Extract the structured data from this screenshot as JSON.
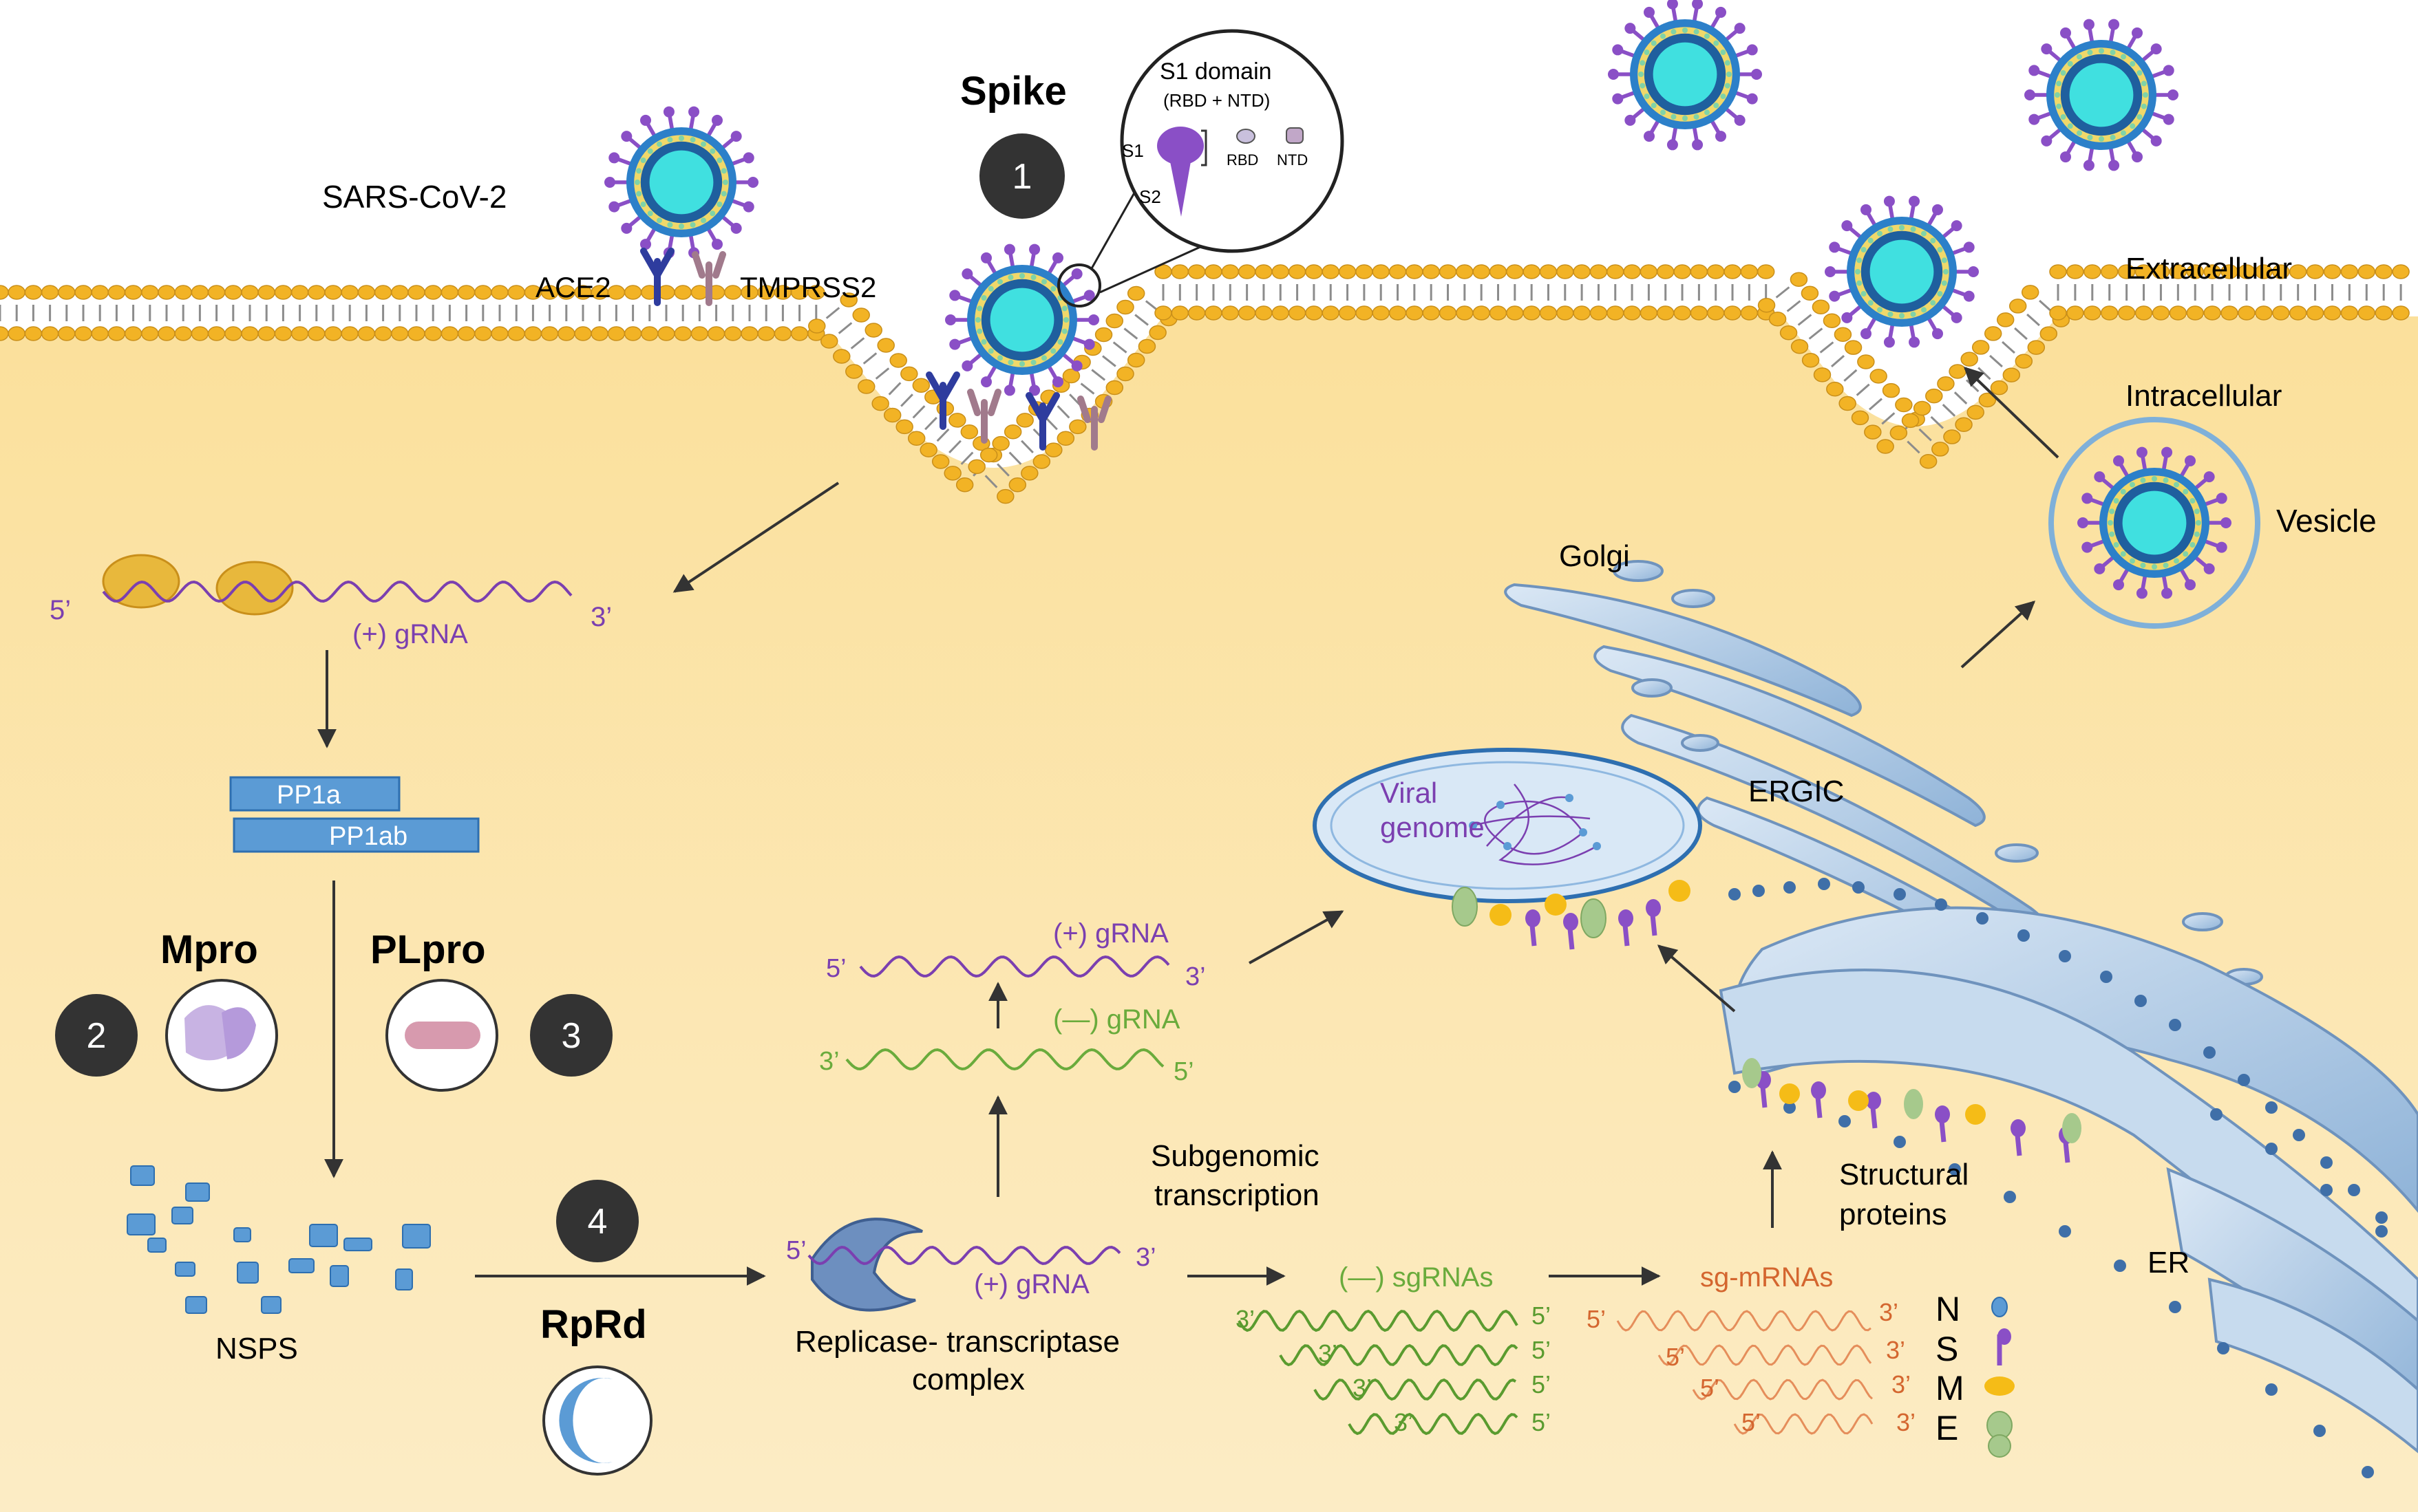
{
  "colors": {
    "cytoplasm": "#fbe3a6",
    "membrane_head": "#f2b325",
    "membrane_tail": "#8c8c8c",
    "purple_rna": "#7b3fb0",
    "green_rna": "#6aab3c",
    "orange_rna": "#e58e5b",
    "protein_blue": "#5b9bd5",
    "virus_core": "#40e0e0",
    "virus_envelope": "#2c80c9",
    "spike_purple": "#8a4fc6",
    "ace2_blue": "#2e3c9e",
    "tmprss2_mauve": "#a17a8c",
    "badge": "#333333"
  },
  "labels": {
    "virus": "SARS-CoV-2",
    "ace2": "ACE2",
    "tmprss2": "TMPRSS2",
    "spike": "Spike",
    "s1_domain": "S1 domain",
    "rbd_ntd": "(RBD + NTD)",
    "s1": "S1",
    "s2": "S2",
    "rbd": "RBD",
    "ntd": "NTD",
    "extracellular": "Extracellular",
    "intracellular": "Intracellular",
    "vesicle": "Vesicle",
    "golgi": "Golgi",
    "ergic": "ERGIC",
    "er": "ER",
    "viral_genome": [
      "Viral",
      "genome"
    ],
    "gRNA_plus": "(+) gRNA",
    "gRNA_minus": "(—) gRNA",
    "pp1a": "PP1a",
    "pp1ab": "PP1ab",
    "mpro": "Mpro",
    "plpro": "PLpro",
    "rprd": "RpRd",
    "nsps": "NSPS",
    "replicase": [
      "Replicase- transcriptase",
      "complex"
    ],
    "subgenomic": [
      "Subgenomic",
      "transcription"
    ],
    "sgRNAs": "(—) sgRNAs",
    "sgmRNAs": "sg-mRNAs",
    "structural": [
      "Structural",
      "proteins"
    ],
    "five_prime": "5’",
    "three_prime": "3’",
    "n": "N",
    "s": "S",
    "m": "M",
    "e": "E"
  },
  "steps": [
    "1",
    "2",
    "3",
    "4"
  ]
}
